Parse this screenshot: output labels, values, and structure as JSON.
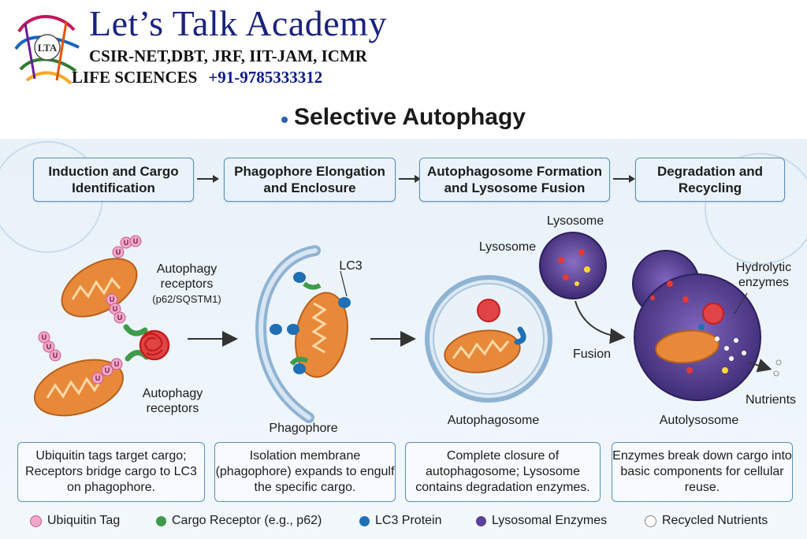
{
  "header": {
    "brand": "Let’s Talk Academy",
    "line1": "CSIR-NET,DBT, JRF, IIT-JAM, ICMR",
    "line2_subject": "LIFE SCIENCES",
    "line2_phone": "+91-9785333312",
    "logo_text": "LTA"
  },
  "title": "Selective Autophagy",
  "stages": [
    {
      "label": "Induction and Cargo Identification"
    },
    {
      "label": "Phagophore Elongation and Enclosure"
    },
    {
      "label": "Autophagosome Formation and Lysosome Fusion"
    },
    {
      "label": "Degradation and Recycling"
    }
  ],
  "labels": {
    "autophagy_receptors_top": "Autophagy receptors",
    "receptor_example": "(p62/SQSTM1)",
    "autophagy_receptors_bottom": "Autophagy receptors",
    "lc3": "LC3",
    "phagophore": "Phagophore",
    "lysosome_left": "Lysosome",
    "lysosome_top": "Lysosome",
    "autophagosome": "Autophagosome",
    "fusion": "Fusion",
    "hydrolytic_enzymes": "Hydrolytic enzymes",
    "nutrients": "Nutrients",
    "autolysosome": "Autolysosome",
    "ubiquitin_letter": "U"
  },
  "descriptions": [
    "Ubiquitin tags target cargo; Receptors bridge cargo to LC3 on phagophore.",
    "Isolation membrane (phagophore) expands to engulf the specific cargo.",
    "Complete closure of autophagosome; Lysosome contains degradation enzymes.",
    "Enzymes break down cargo into basic components for cellular reuse."
  ],
  "legend": [
    {
      "label": "Ubiquitin Tag",
      "color": "#f2a7c9"
    },
    {
      "label": "Cargo Receptor (e.g., p62)",
      "color": "#3f9b4a"
    },
    {
      "label": "LC3 Protein",
      "color": "#1f6fb5"
    },
    {
      "label": "Lysosomal Enzymes",
      "color": "#5c3f9a"
    },
    {
      "label": "Recycled Nutrients",
      "color": "#ffffff"
    }
  ],
  "colors": {
    "mitochondria": "#e8893a",
    "ubiquitin": "#f2a7c9",
    "receptor": "#3f9b4a",
    "lc3": "#1f6fb5",
    "lysosome": "#5c3f9a",
    "aggregate": "#d42a2a",
    "border": "#5b8fb9"
  }
}
